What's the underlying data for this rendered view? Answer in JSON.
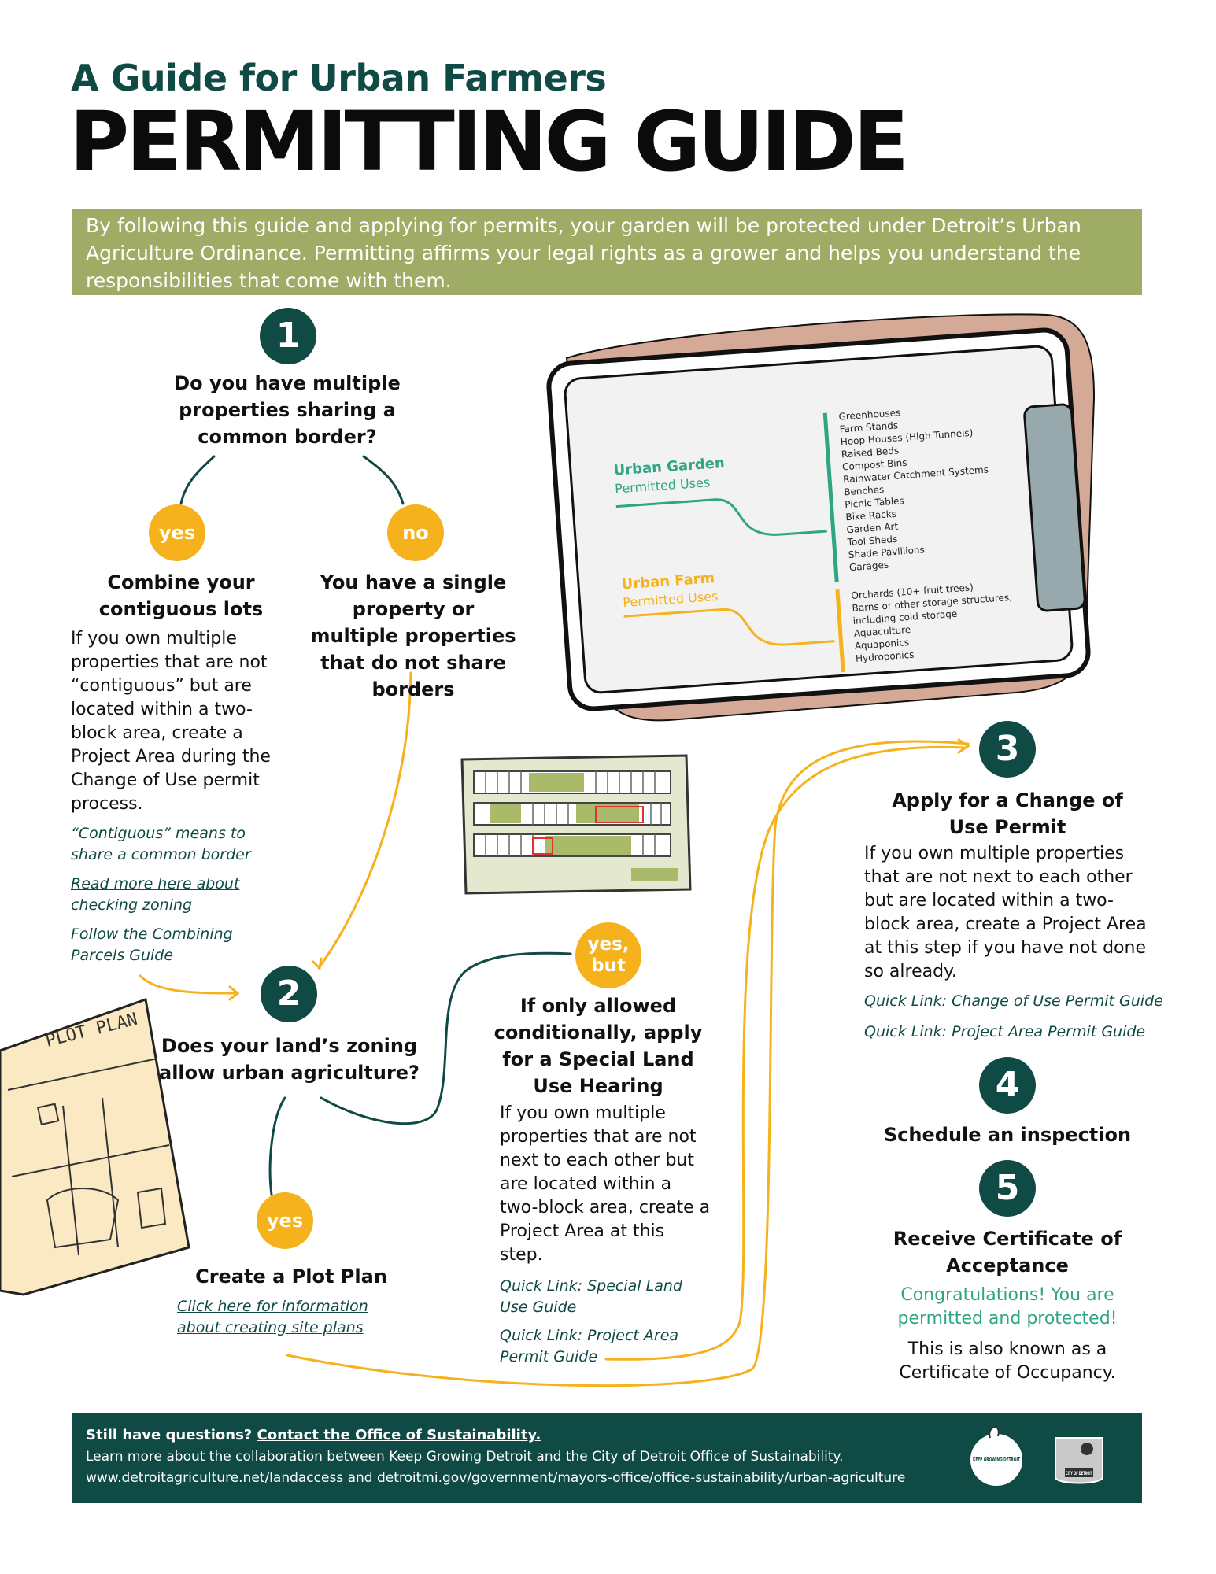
{
  "header": {
    "subtitle": "A Guide for Urban Farmers",
    "title": "PERMITTING GUIDE",
    "intro": "By following this guide and applying for permits, your garden will be protected under Detroit’s Urban Agriculture Ordinance. Permitting affirms your legal rights as a grower and helps you understand the responsibilities that come with them."
  },
  "colors": {
    "dark_teal": "#0f4a45",
    "olive": "#9fac65",
    "yellow": "#f6b21c",
    "green_text": "#2ea584"
  },
  "step1": {
    "number": "1",
    "question": "Do you have multiple properties sharing a common border?",
    "yes_badge": "yes",
    "no_badge": "no",
    "yes_heading": "Combine your contiguous lots",
    "yes_body": "If you own multiple properties that are not “contiguous” but are located within a two-block area, create a Project Area during the Change of Use permit process.",
    "contiguous_note": "“Contiguous” means to share a common border",
    "zoning_link": "Read more here about checking zoning",
    "combining_note": "Follow the Combining Parcels Guide",
    "no_heading": "You have a single property or multiple properties that do not share borders"
  },
  "step2": {
    "number": "2",
    "question": "Does your land’s zoning allow urban agriculture?",
    "yes_badge": "yes",
    "yes_heading": "Create a Plot Plan",
    "plot_link": "Click here for information about creating site plans",
    "yesbut_badge": "yes, but",
    "yesbut_heading": "If only allowed conditionally, apply for a Special Land Use Hearing",
    "yesbut_body": "If you own multiple properties that are not next to each other but are located within a two-block area, create a Project Area at this step.",
    "quick_link_1": "Quick Link: Special Land Use Guide",
    "quick_link_2": "Quick Link: Project Area Permit Guide"
  },
  "step3": {
    "number": "3",
    "heading": "Apply for a Change of Use Permit",
    "body": "If you own multiple properties that are not next to each other but are located within a two-block area, create a Project Area at this step if you have not done so already.",
    "quick_link_1": "Quick Link: Change of Use Permit Guide",
    "quick_link_2": "Quick Link: Project Area Permit Guide"
  },
  "step4": {
    "number": "4",
    "heading": "Schedule an inspection"
  },
  "step5": {
    "number": "5",
    "heading": "Receive Certificate of Acceptance",
    "congrats": "Congratulations! You are permitted and protected!",
    "aka": "This is also known as a Certificate of Occupancy."
  },
  "clipboard": {
    "garden_label": "Urban Garden",
    "garden_sub": "Permitted Uses",
    "garden_uses": [
      "Greenhouses",
      "Farm Stands",
      "Hoop Houses (High Tunnels)",
      "Raised Beds",
      "Compost Bins",
      "Rainwater Catchment Systems",
      "Benches",
      "Picnic Tables",
      "Bike Racks",
      "Garden Art",
      "Tool Sheds",
      "Shade Pavillions",
      "Garages"
    ],
    "farm_label": "Urban Farm",
    "farm_sub": "Permitted Uses",
    "farm_uses": [
      "Orchards (10+ fruit trees)",
      "Barns or other storage structures,",
      "including cold storage",
      "Aquaculture",
      "Aquaponics",
      "Hydroponics"
    ]
  },
  "plot_plan": {
    "label": "PLOT PLAN"
  },
  "footer": {
    "line1_prefix": "Still have questions? ",
    "line1_link": "Contact the Office of Sustainability.",
    "line2": "Learn more about the collaboration between Keep Growing Detroit and the City of Detroit Office of Sustainability.",
    "link_a": "www.detroitagriculture.net/landaccess",
    "and": " and ",
    "link_b": "detroitmi.gov/government/mayors-office/office-sustainability/urban-agriculture",
    "logo1": "KEEP GROWING DETROIT",
    "logo2": "CITY OF DETROIT"
  }
}
